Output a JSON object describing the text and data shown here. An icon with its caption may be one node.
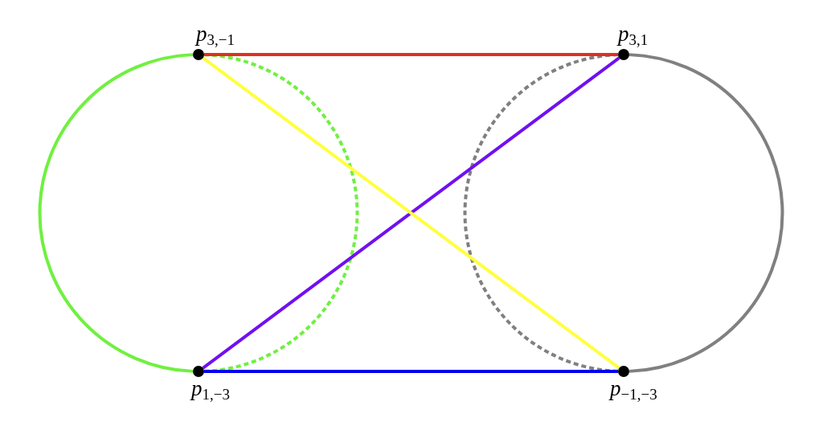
{
  "diagram": {
    "nodes": [
      {
        "text": [
          "*p*$_{3,−1}$"
        ]
      },
      {
        "text": [
          "*p*$_{3,1}$"
        ]
      },
      {
        "text": [
          "*p*$_{1,−3}$"
        ]
      },
      {
        "text": [
          "*p*$_{−1,−3}$"
        ]
      }
    ],
    "edges": [
      {
        "from": 0,
        "to": 1,
        "arrow": "none",
        "color": "#e03020"
      },
      {
        "from": 0,
        "to": 3,
        "arrow": "none",
        "color": "#ffff40"
      },
      {
        "from": 2,
        "to": 1,
        "arrow": "none",
        "color": "#7010f0"
      },
      {
        "from": 2,
        "to": 3,
        "arrow": "none",
        "color": "#0000f0"
      },
      {
        "from": 0,
        "to": 2,
        "arrow": "none",
        "color": "#70f040"
      },
      {
        "from": 0,
        "to": 2,
        "arrow": "none",
        "color": "#70f040",
        "style": "dashed"
      },
      {
        "from": 1,
        "to": 3,
        "arrow": "none",
        "color": "#808080",
        "style": "dashed"
      },
      {
        "from": 1,
        "to": 3,
        "arrow": "none",
        "color": "#808080"
      }
    ]
  }
}
